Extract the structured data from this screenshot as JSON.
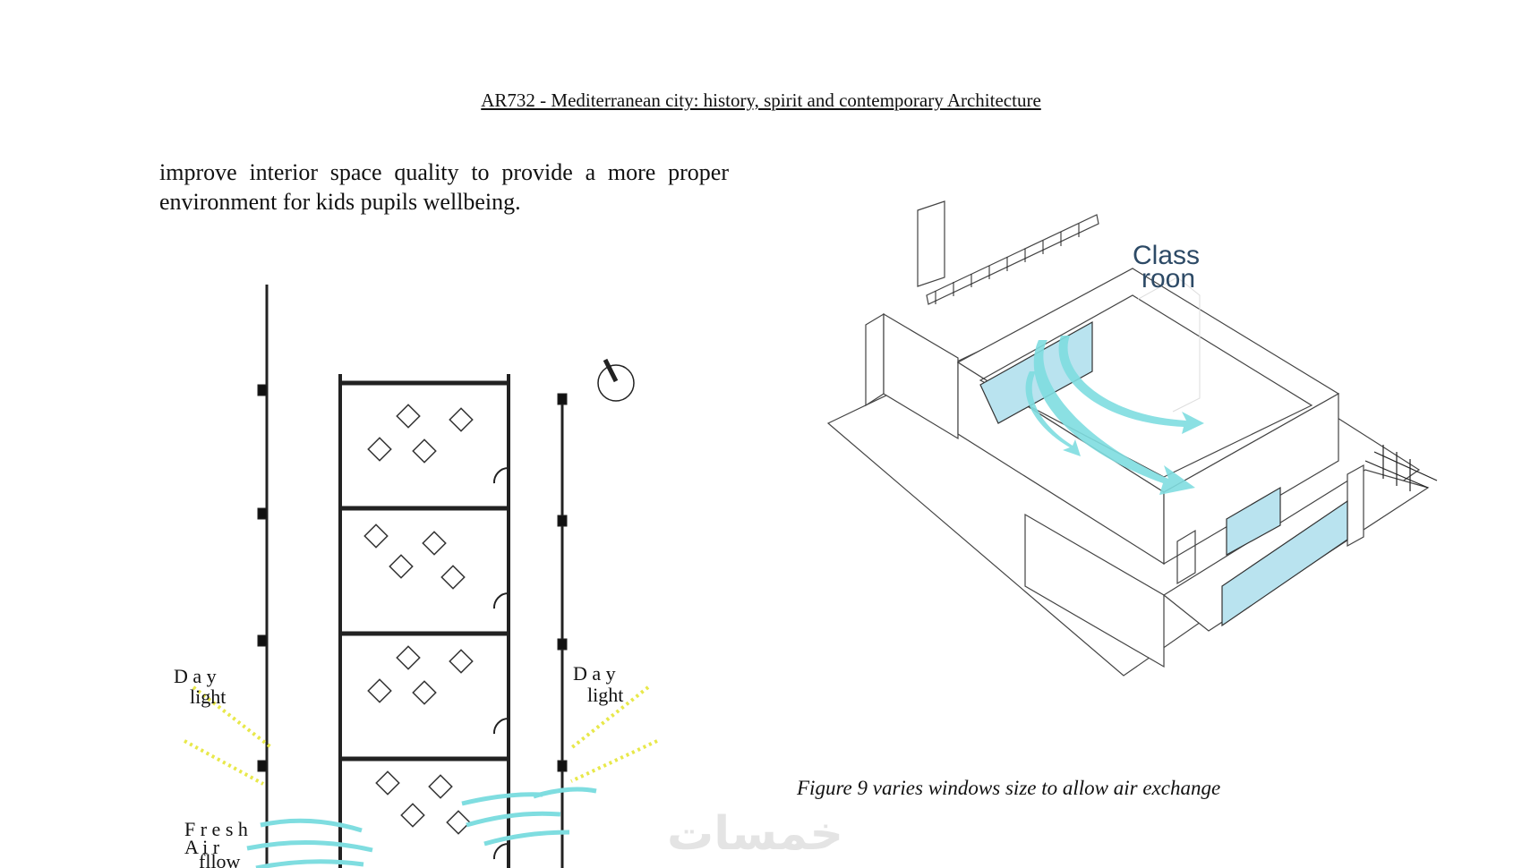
{
  "header": {
    "title": "AR732 - Mediterranean city: history, spirit and contemporary Architecture"
  },
  "body_text": {
    "line1": "improve interior space quality to provide a more proper",
    "line2": "environment for kids pupils wellbeing."
  },
  "plan": {
    "daylight_left": {
      "word1": "D a y",
      "word2": "light"
    },
    "daylight_right": {
      "word1": "D a y",
      "word2": "light"
    },
    "fresh_air": {
      "line1": "F r e s h",
      "line2": "A i r",
      "line3": "fllow"
    }
  },
  "axonometric": {
    "label_line1": "Class",
    "label_line2": "roon"
  },
  "figure": {
    "caption": "Figure 9 varies windows size to allow air exchange"
  },
  "watermark": {
    "text": "خمسات"
  },
  "colors": {
    "airflow": "#7fdde0",
    "daylight": "#e8e84a",
    "glass": "#b9e3ef",
    "label": "#2d4a66"
  }
}
